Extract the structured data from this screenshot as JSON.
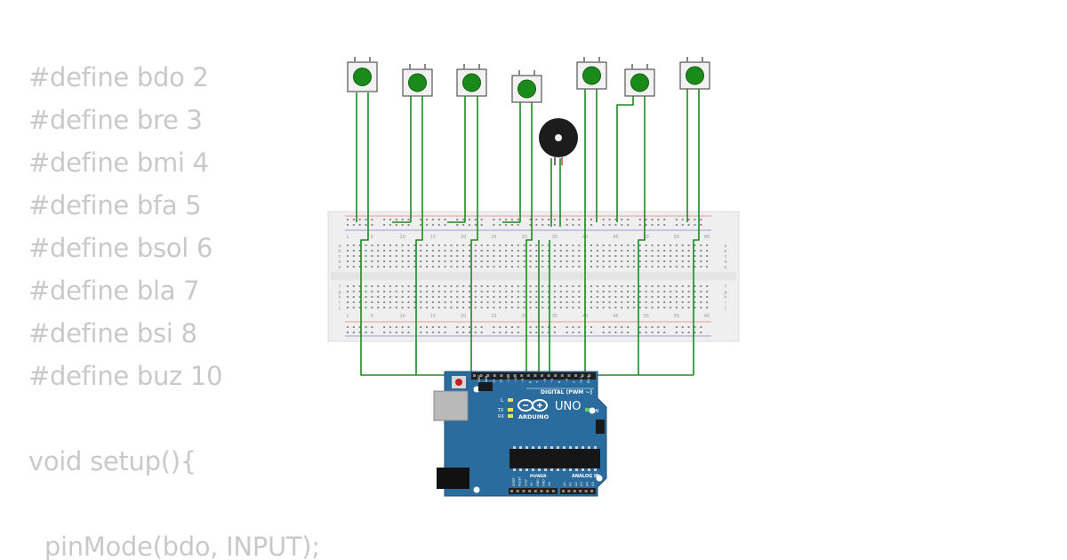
{
  "code": {
    "lines": [
      "#define bdo 2",
      "#define bre 3",
      "#define bmi 4",
      "#define bfa 5",
      "#define bsol 6",
      "#define bla 7",
      "#define bsi 8",
      "#define buz 10",
      "",
      "void setup(){",
      "",
      "  pinMode(bdo, INPUT);"
    ]
  },
  "breadboard": {
    "column_numbers": [
      "1",
      "5",
      "10",
      "15",
      "20",
      "25",
      "30",
      "35",
      "40",
      "45",
      "50",
      "55",
      "60"
    ],
    "row_letters_top": [
      "a",
      "b",
      "c",
      "d",
      "e"
    ],
    "row_letters_bottom": [
      "f",
      "g",
      "h",
      "i",
      "j"
    ]
  },
  "arduino": {
    "model": "UNO",
    "brand": "ARDUINO",
    "digital_label": "DIGITAL (PWM ~)",
    "power_label": "POWER",
    "analog_label": "ANALOG IN",
    "on_label": "ON",
    "led_labels": [
      "L",
      "TX",
      "RX"
    ],
    "pin_labels_top": [
      "AREF",
      "GND",
      "13",
      "12",
      "~11",
      "~10",
      "~9",
      "8",
      "7",
      "~6",
      "~5",
      "4",
      "~3",
      "2",
      "TX 1",
      "RX 0"
    ],
    "pin_labels_power": [
      "IOREF",
      "RESET",
      "3.3V",
      "5V",
      "GND",
      "GND",
      "Vin"
    ],
    "pin_labels_analog": [
      "A0",
      "A1",
      "A2",
      "A3",
      "A4",
      "A5"
    ]
  },
  "colors": {
    "code_text": "#c9c9c9",
    "button_cap": "#1a8a1a",
    "wire": "#1e8a1e",
    "board": "#2a6c9e",
    "breadboard": "#efefef"
  }
}
